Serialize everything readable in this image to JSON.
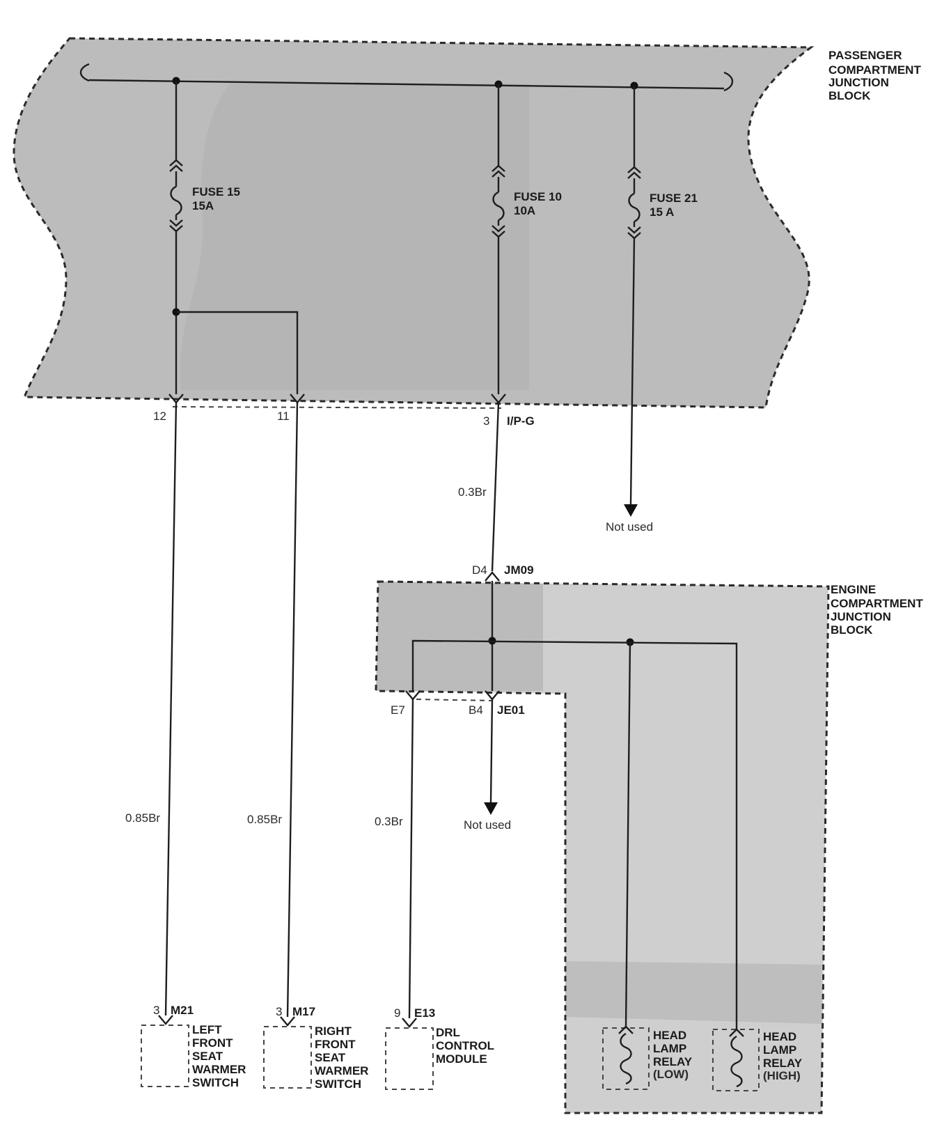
{
  "passenger_block": {
    "label": [
      "PASSENGER",
      "COMPARTMENT",
      "JUNCTION",
      "BLOCK"
    ]
  },
  "engine_block": {
    "label": [
      "ENGINE",
      "COMPARTMENT",
      "JUNCTION",
      "BLOCK"
    ]
  },
  "fuses": [
    {
      "name": "FUSE 15",
      "rating": "15A"
    },
    {
      "name": "FUSE 10",
      "rating": "10A"
    },
    {
      "name": "FUSE 21",
      "rating": "15 A"
    }
  ],
  "pins": {
    "pcjb_12": "12",
    "pcjb_11": "11",
    "pcjb_3": "3",
    "ipg_connector": "I/P-G",
    "jm09_pin": "D4",
    "jm09_connector": "JM09",
    "e7_pin": "E7",
    "je01_pin": "B4",
    "je01_connector": "JE01",
    "m21_pin": "3",
    "m21_connector": "M21",
    "m17_pin": "3",
    "m17_connector": "M17",
    "e13_pin": "9",
    "e13_connector": "E13"
  },
  "wires": {
    "left_seat": "0.85Br",
    "right_seat": "0.85Br",
    "fuse10_out": "0.3Br",
    "drl": "0.3Br"
  },
  "not_used": [
    "Not used",
    "Not used"
  ],
  "components": {
    "left_seat": [
      "LEFT",
      "FRONT",
      "SEAT",
      "WARMER",
      "SWITCH"
    ],
    "right_seat": [
      "RIGHT",
      "FRONT",
      "SEAT",
      "WARMER",
      "SWITCH"
    ],
    "drl": [
      "DRL",
      "CONTROL",
      "MODULE"
    ],
    "relay_low": [
      "HEAD",
      "LAMP",
      "RELAY",
      "(LOW)"
    ],
    "relay_high": [
      "HEAD",
      "LAMP",
      "RELAY",
      "(HIGH)"
    ]
  }
}
